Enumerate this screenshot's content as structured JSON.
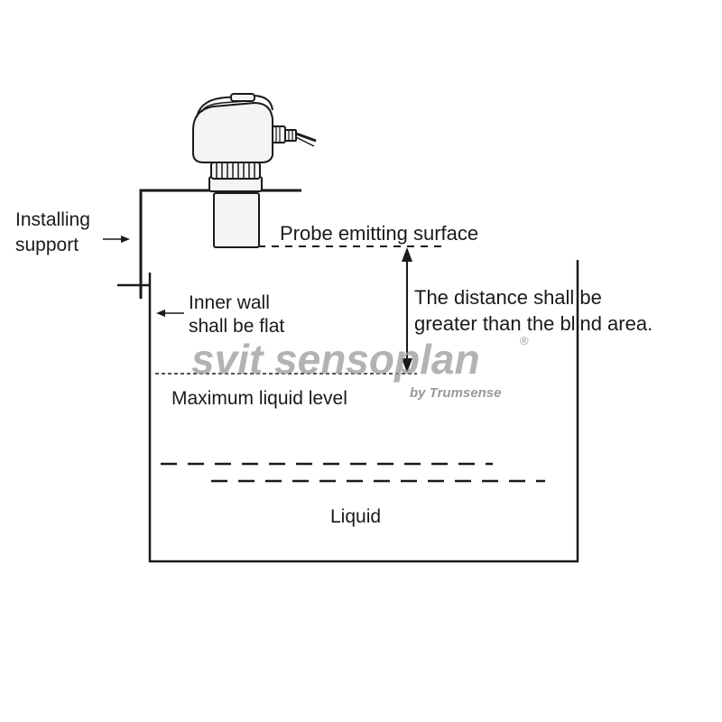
{
  "labels": {
    "installing_support_line1": "Installing",
    "installing_support_line2": "support",
    "probe_emitting_surface": "Probe emitting surface",
    "distance_line1": "The distance shall be",
    "distance_line2": "greater than the blind area.",
    "inner_wall_line1": "Inner wall",
    "inner_wall_line2": "shall be flat",
    "maximum_liquid_level": "Maximum liquid level",
    "liquid": "Liquid"
  },
  "watermark": {
    "brand": "svit sensoplan",
    "registered": "®",
    "tagline": "by Trumsense"
  },
  "colors": {
    "line": "#1a1a1a",
    "watermark": "#9a9a9a",
    "sensor_fill": "#f4f4f4"
  }
}
